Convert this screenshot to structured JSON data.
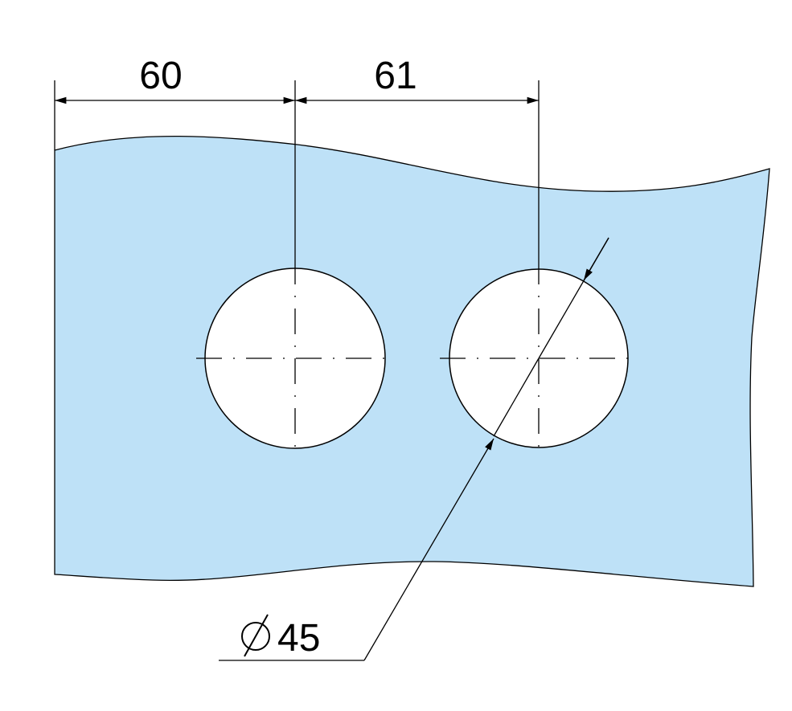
{
  "drawing": {
    "dimension_left": "60",
    "dimension_right": "61",
    "diameter_symbol": "∅",
    "diameter_value": "45",
    "plate_color": "#BEE1F7",
    "hole_color": "#FFFFFF",
    "line_color": "#000000"
  }
}
